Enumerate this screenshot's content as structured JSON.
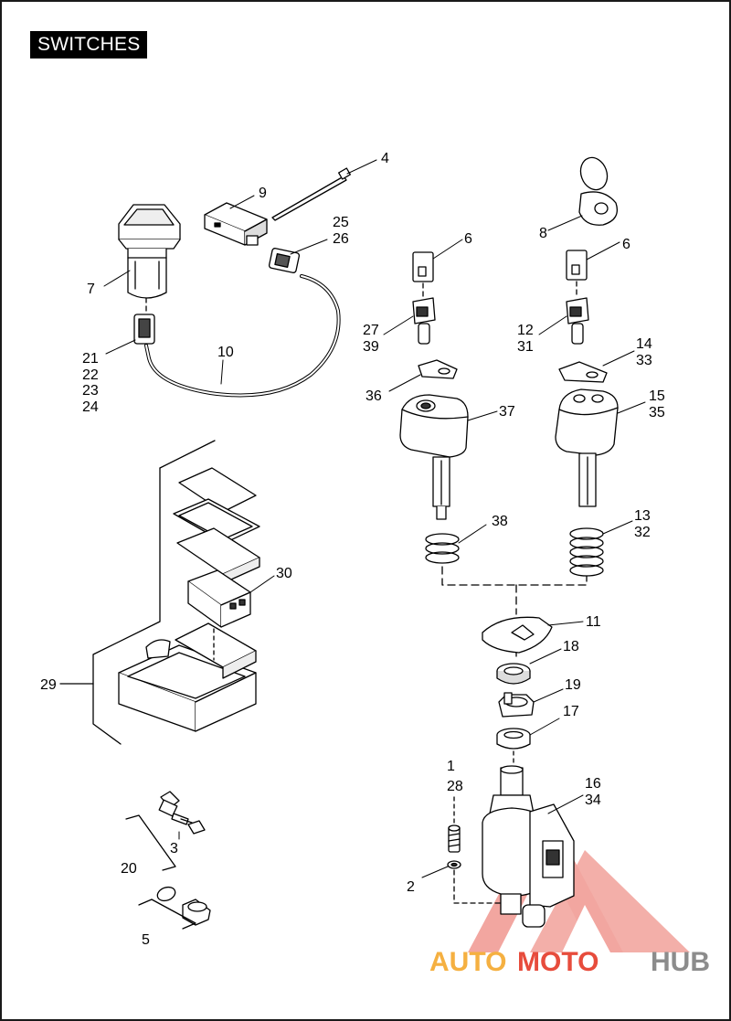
{
  "title": "SWITCHES",
  "callouts": [
    "1",
    "2",
    "3",
    "4",
    "5",
    "6",
    "6",
    "7",
    "8",
    "9",
    "10",
    "11",
    "12",
    "13",
    "14",
    "15",
    "16",
    "17",
    "18",
    "19",
    "20",
    "21",
    "22",
    "23",
    "24",
    "25",
    "26",
    "27",
    "28",
    "29",
    "30",
    "31",
    "32",
    "33",
    "34",
    "35",
    "36",
    "37",
    "38",
    "39"
  ],
  "watermark": {
    "part1": "AUTO",
    "part2": "MOTO",
    "part3": "HUB",
    "colors": {
      "orange": "#f5b041",
      "red": "#e74c3c",
      "gray": "#8c8c8c"
    }
  }
}
